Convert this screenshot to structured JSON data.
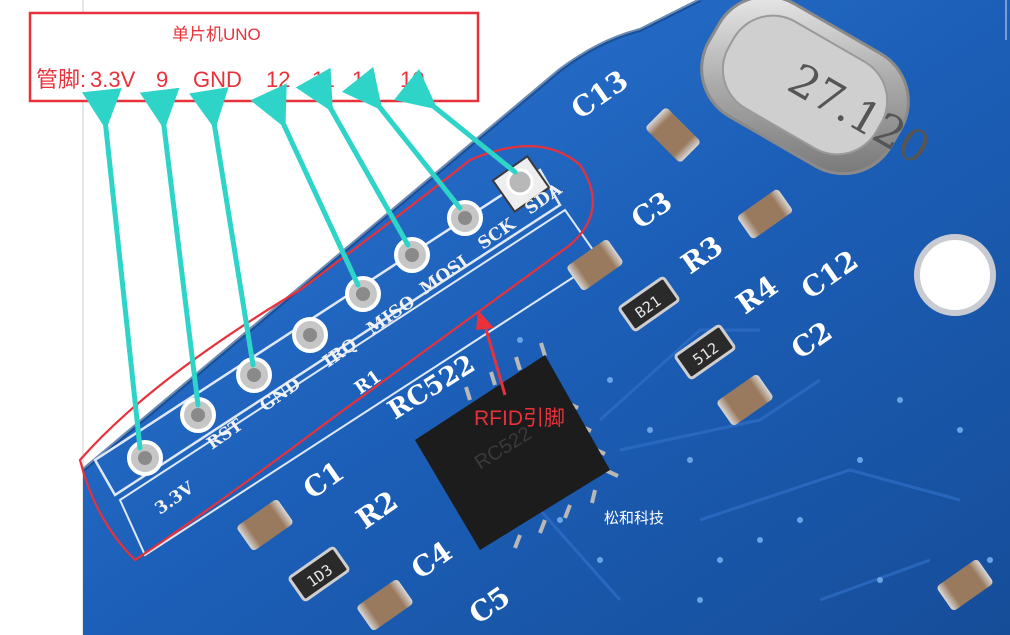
{
  "annotation_box": {
    "title": "单片机UNO",
    "pins_prefix": "管脚:",
    "pins": [
      "3.3V",
      "9",
      "GND",
      "12",
      "11",
      "13",
      "10"
    ]
  },
  "board": {
    "header_silkscreen": [
      "SDA",
      "SCK",
      "MOSI",
      "MISO",
      "IRQ",
      "GND",
      "RST",
      "3.3V"
    ],
    "components": [
      "C13",
      "C3",
      "R3",
      "R4",
      "C12",
      "C2",
      "C1",
      "R2",
      "C4",
      "C5",
      "R1"
    ],
    "resistor_codes": [
      "B21",
      "512",
      "1D3"
    ],
    "crystal_label": "27.120",
    "chip_label": "RC522",
    "chip_marking": "RC522"
  },
  "callout": {
    "label": "RFID引脚"
  },
  "watermark": "松和科技",
  "colors": {
    "annotation_red": "#e8313a",
    "arrow_teal": "#2fd4c8",
    "pcb_blue": "#1f5fb3"
  }
}
